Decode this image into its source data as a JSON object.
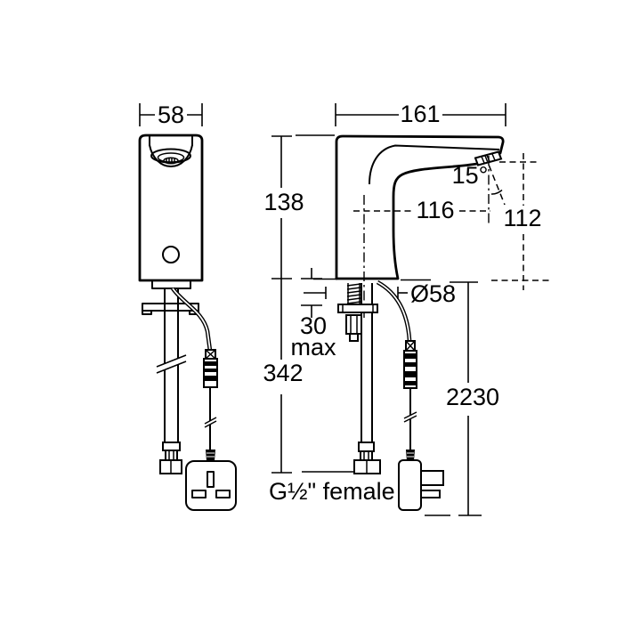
{
  "diagram": {
    "type": "technical-dimension-drawing",
    "subject": "sensor basin tap with mains plug",
    "units": "mm",
    "colors": {
      "line": "#000000",
      "background": "#ffffff"
    },
    "front_view": {
      "width": "58",
      "height": "138"
    },
    "side_view": {
      "overall_depth": "161",
      "spout_reach": "116",
      "spout_angle": "15°",
      "outlet_height": "112",
      "base_diameter": "Ø58",
      "deck_thickness_value": "30",
      "deck_thickness_suffix": "max",
      "hose_length": "342",
      "cable_length": "2230",
      "connection_label": "G½\" female"
    }
  }
}
